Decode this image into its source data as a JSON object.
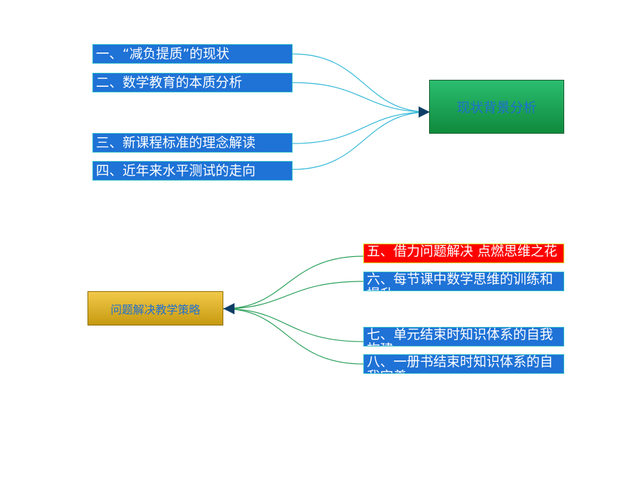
{
  "top_group": {
    "hub": "现状背景分析",
    "items": [
      "一、“减负提质”的现状",
      "二、数学教育的本质分析",
      "三、新课程标准的理念解读",
      "四、近年来水平测试的走向"
    ]
  },
  "bottom_group": {
    "hub": "问题解决教学策略",
    "items": [
      "五、借力问题解决 点燃思维之花",
      "六、每节课中数学思维的训练和提升",
      "七、单元结束时知识体系的自我构建",
      "八、一册书结束时知识体系的自我完善"
    ]
  },
  "colors": {
    "leaf_fill": "#1f72d6",
    "highlight_fill": "#ff0000",
    "top_hub_fill": "#1f9a4f",
    "bottom_hub_fill": "#e0b52c",
    "top_links": "#33b8d8",
    "bottom_links": "#2aa05a"
  }
}
